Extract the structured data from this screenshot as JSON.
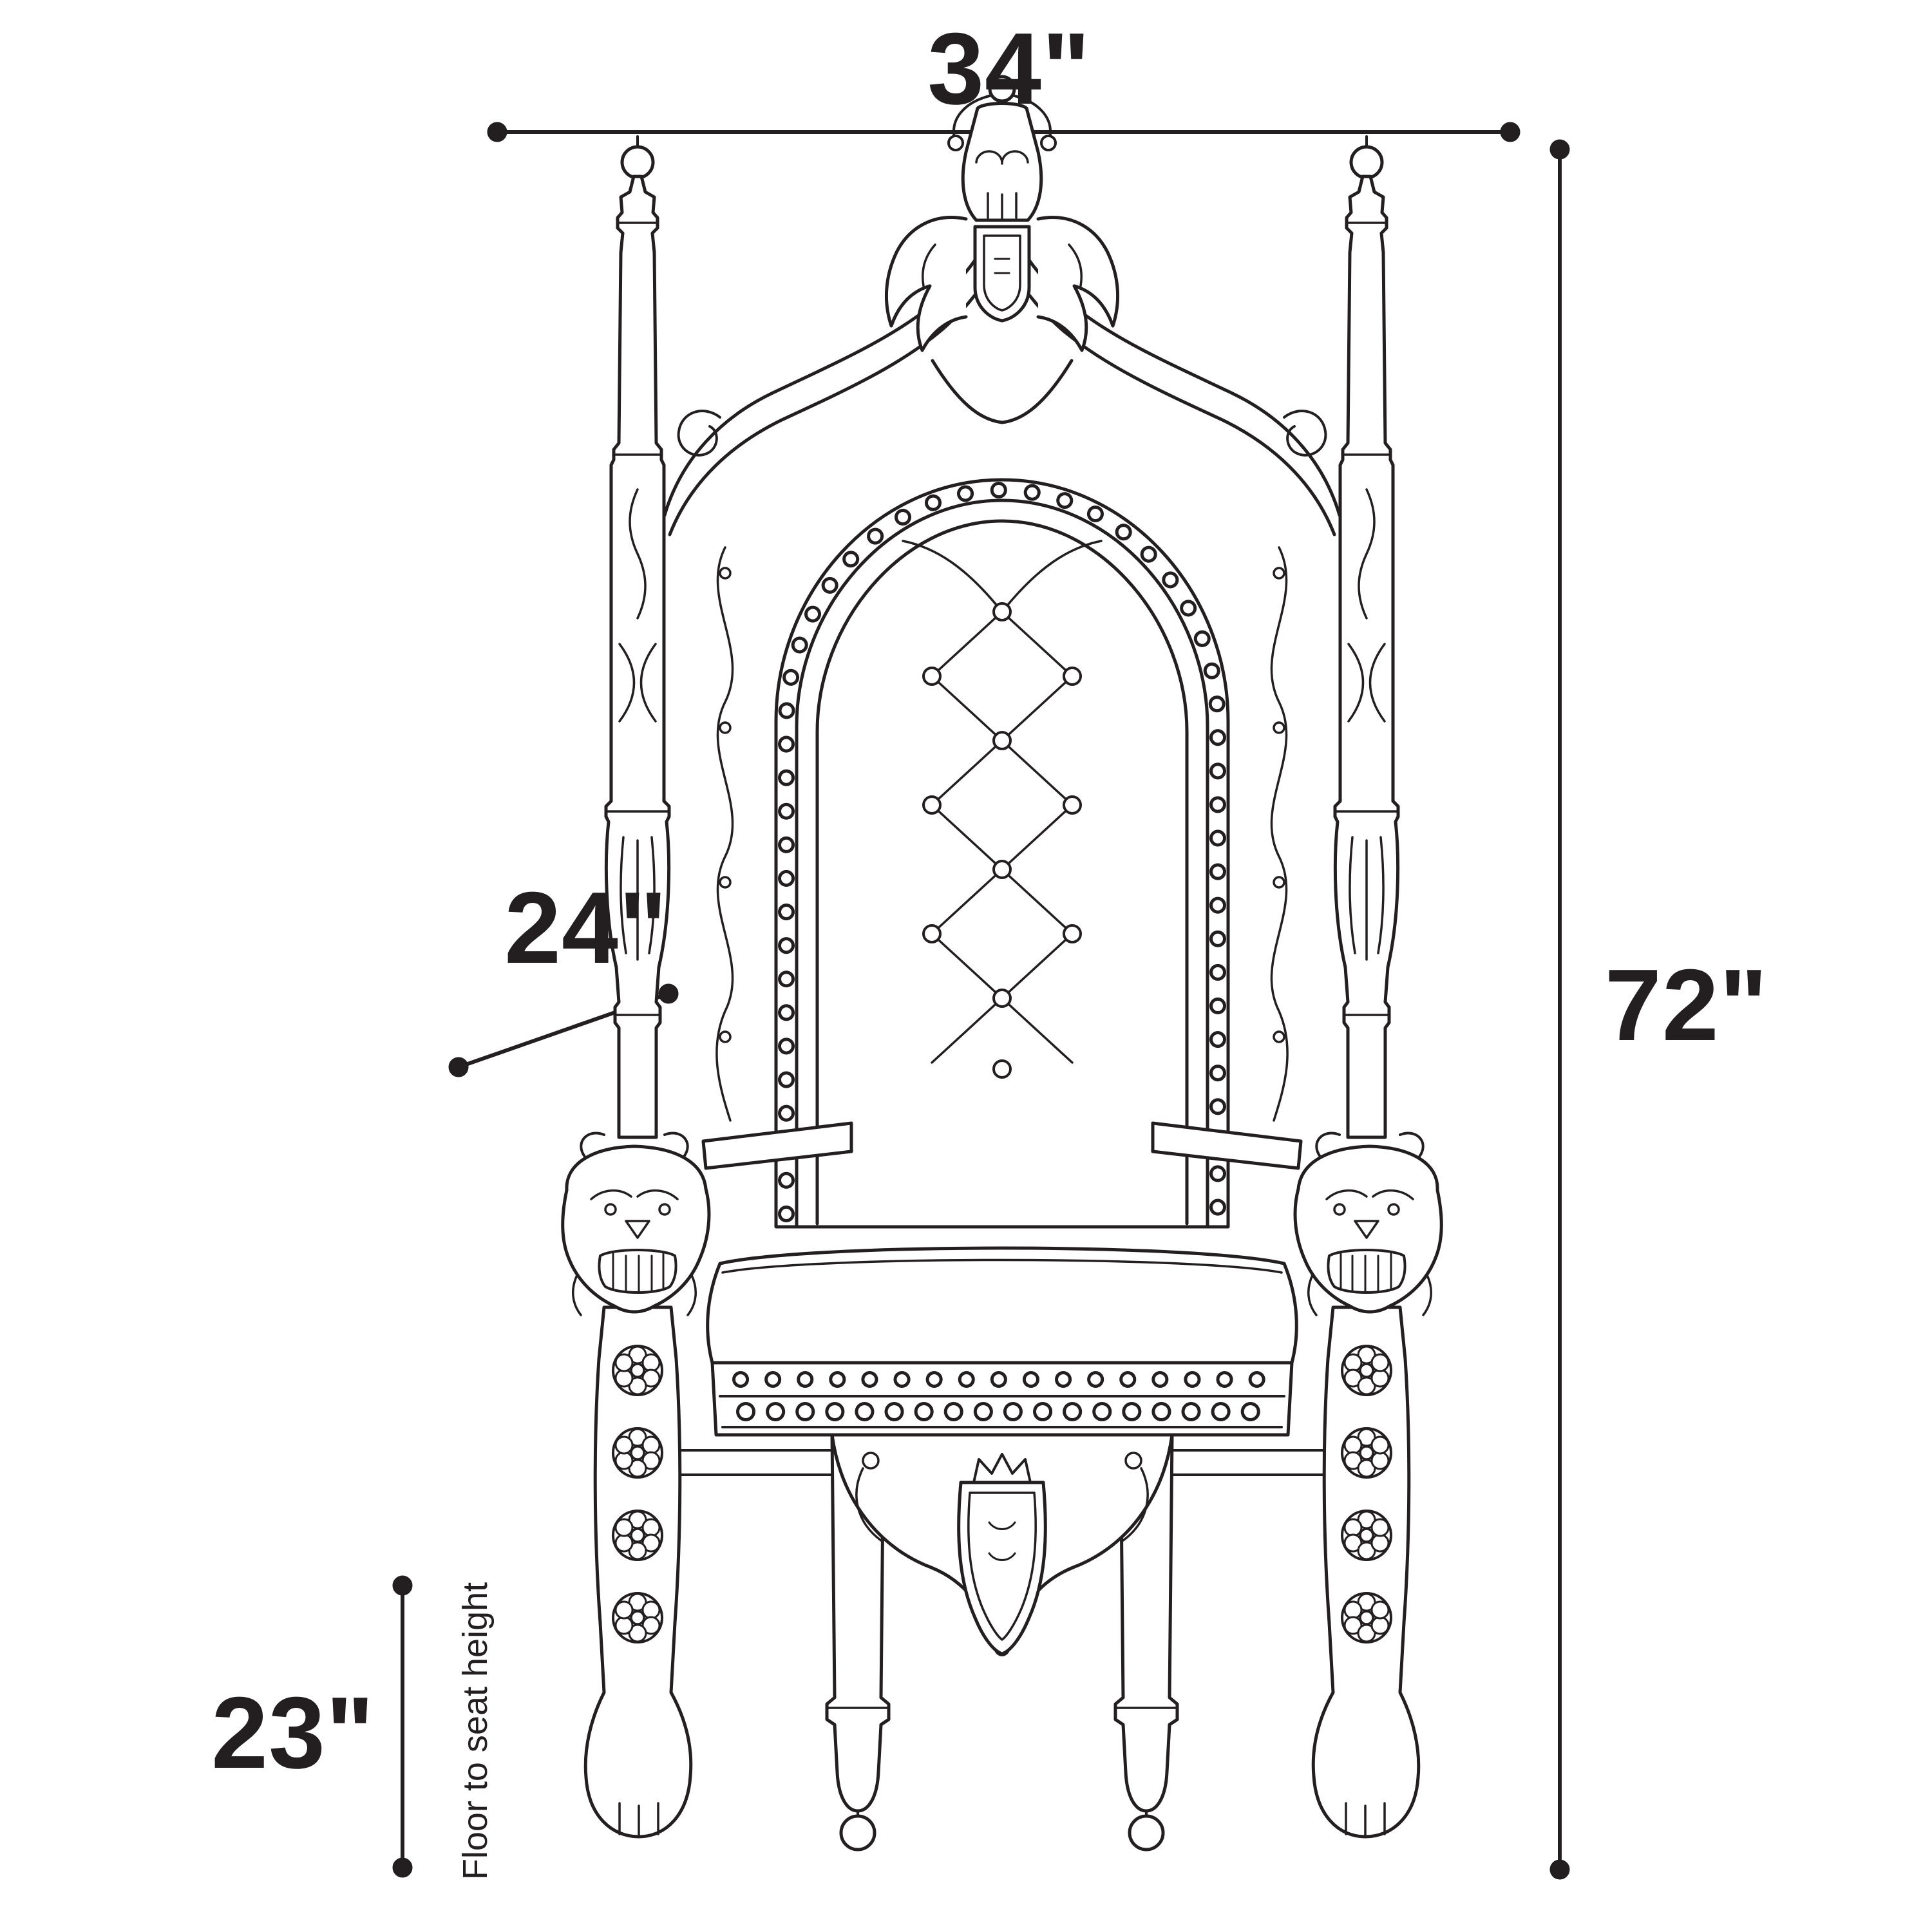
{
  "page": {
    "background": "#ffffff",
    "ink": "#231f20"
  },
  "diagram": {
    "type": "furniture-dimension-diagram",
    "subject": "ornate throne chair line drawing (front view)",
    "dimensions": {
      "width": "34\"",
      "height": "72\"",
      "depth": "24\"",
      "floor_to_seat": "23\"",
      "floor_to_seat_caption": "Floor to seat height"
    }
  }
}
